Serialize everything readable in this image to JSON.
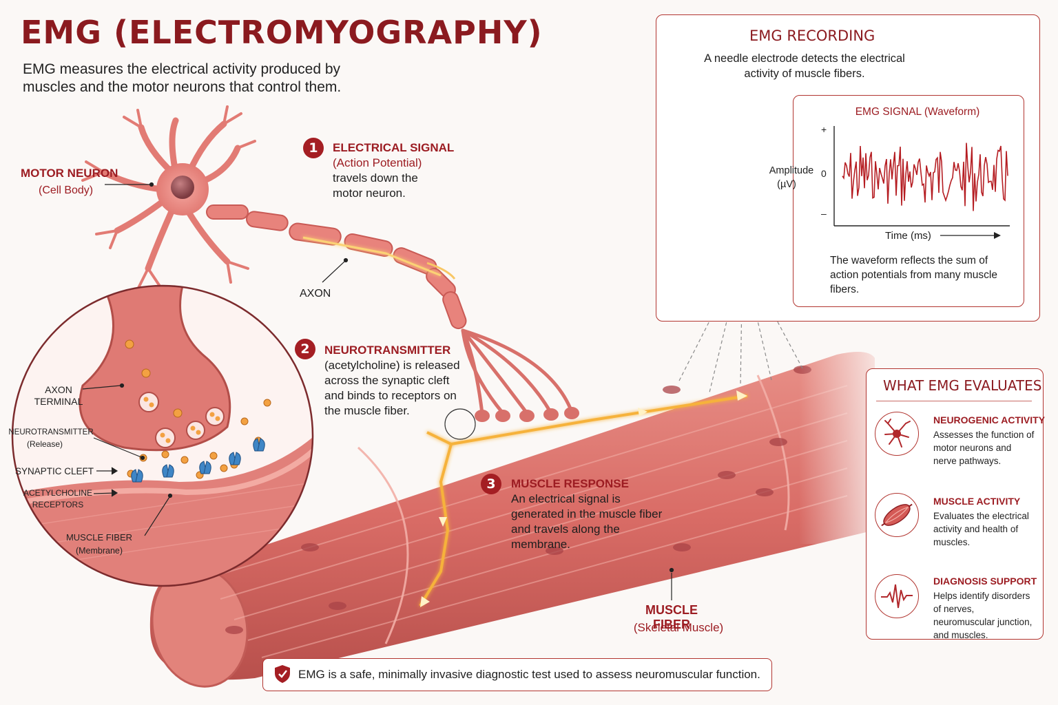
{
  "title": "EMG (ELECTROMYOGRAPHY)",
  "intro": "EMG measures the electrical activity produced by muscles and the motor neurons that control them.",
  "motor_neuron": {
    "label": "MOTOR NEURON",
    "sub": "(Cell Body)"
  },
  "axon_label": "AXON",
  "steps": [
    {
      "num": "1",
      "title": "ELECTRICAL SIGNAL",
      "sub": "(Action Potential)",
      "text": "travels down the motor neuron."
    },
    {
      "num": "2",
      "title": "NEUROTRANSMITTER",
      "text": "(acetylcholine) is released across the synaptic cleft and binds to receptors on the muscle fiber."
    },
    {
      "num": "3",
      "title": "MUSCLE RESPONSE",
      "text": "An electrical signal is generated in the muscle fiber and travels along the membrane."
    }
  ],
  "synapse": {
    "axon_terminal": "AXON TERMINAL",
    "neurotransmitter": "NEUROTRANSMITTER",
    "neurotransmitter_sub": "(Release)",
    "synaptic_cleft": "SYNAPTIC CLEFT",
    "ach_receptors": "ACETYLCHOLINE RECEPTORS",
    "muscle_fiber": "MUSCLE FIBER",
    "muscle_fiber_sub": "(Membrane)"
  },
  "muscle_fiber": {
    "label": "MUSCLE FIBER",
    "sub": "(Skeletal Muscle)"
  },
  "recording": {
    "title": "EMG RECORDING",
    "text": "A needle electrode detects the electrical activity of muscle fibers.",
    "signal_title": "EMG SIGNAL (Waveform)",
    "y_label": "Amplitude",
    "y_unit": "(µV)",
    "y_plus": "+",
    "y_zero": "0",
    "y_minus": "–",
    "x_label": "Time (ms)",
    "note": "The waveform reflects the sum of action potentials from many muscle fibers."
  },
  "evaluates": {
    "title": "WHAT EMG EVALUATES",
    "items": [
      {
        "title": "NEUROGENIC ACTIVITY",
        "desc": "Assesses the function of motor neurons and nerve pathways.",
        "icon": "neuron-icon"
      },
      {
        "title": "MUSCLE ACTIVITY",
        "desc": "Evaluates the electrical activity and health of muscles.",
        "icon": "muscle-icon"
      },
      {
        "title": "DIAGNOSIS SUPPORT",
        "desc": "Helps identify disorders of nerves, neuromuscular junction, and muscles.",
        "icon": "waveform-icon"
      }
    ]
  },
  "footer": "EMG is a safe, minimally invasive diagnostic test used to assess neuromuscular function.",
  "colors": {
    "accent": "#9c1c22",
    "muscle": "#d9706c",
    "signal": "#f2a52a",
    "receptor": "#3f86c6"
  }
}
